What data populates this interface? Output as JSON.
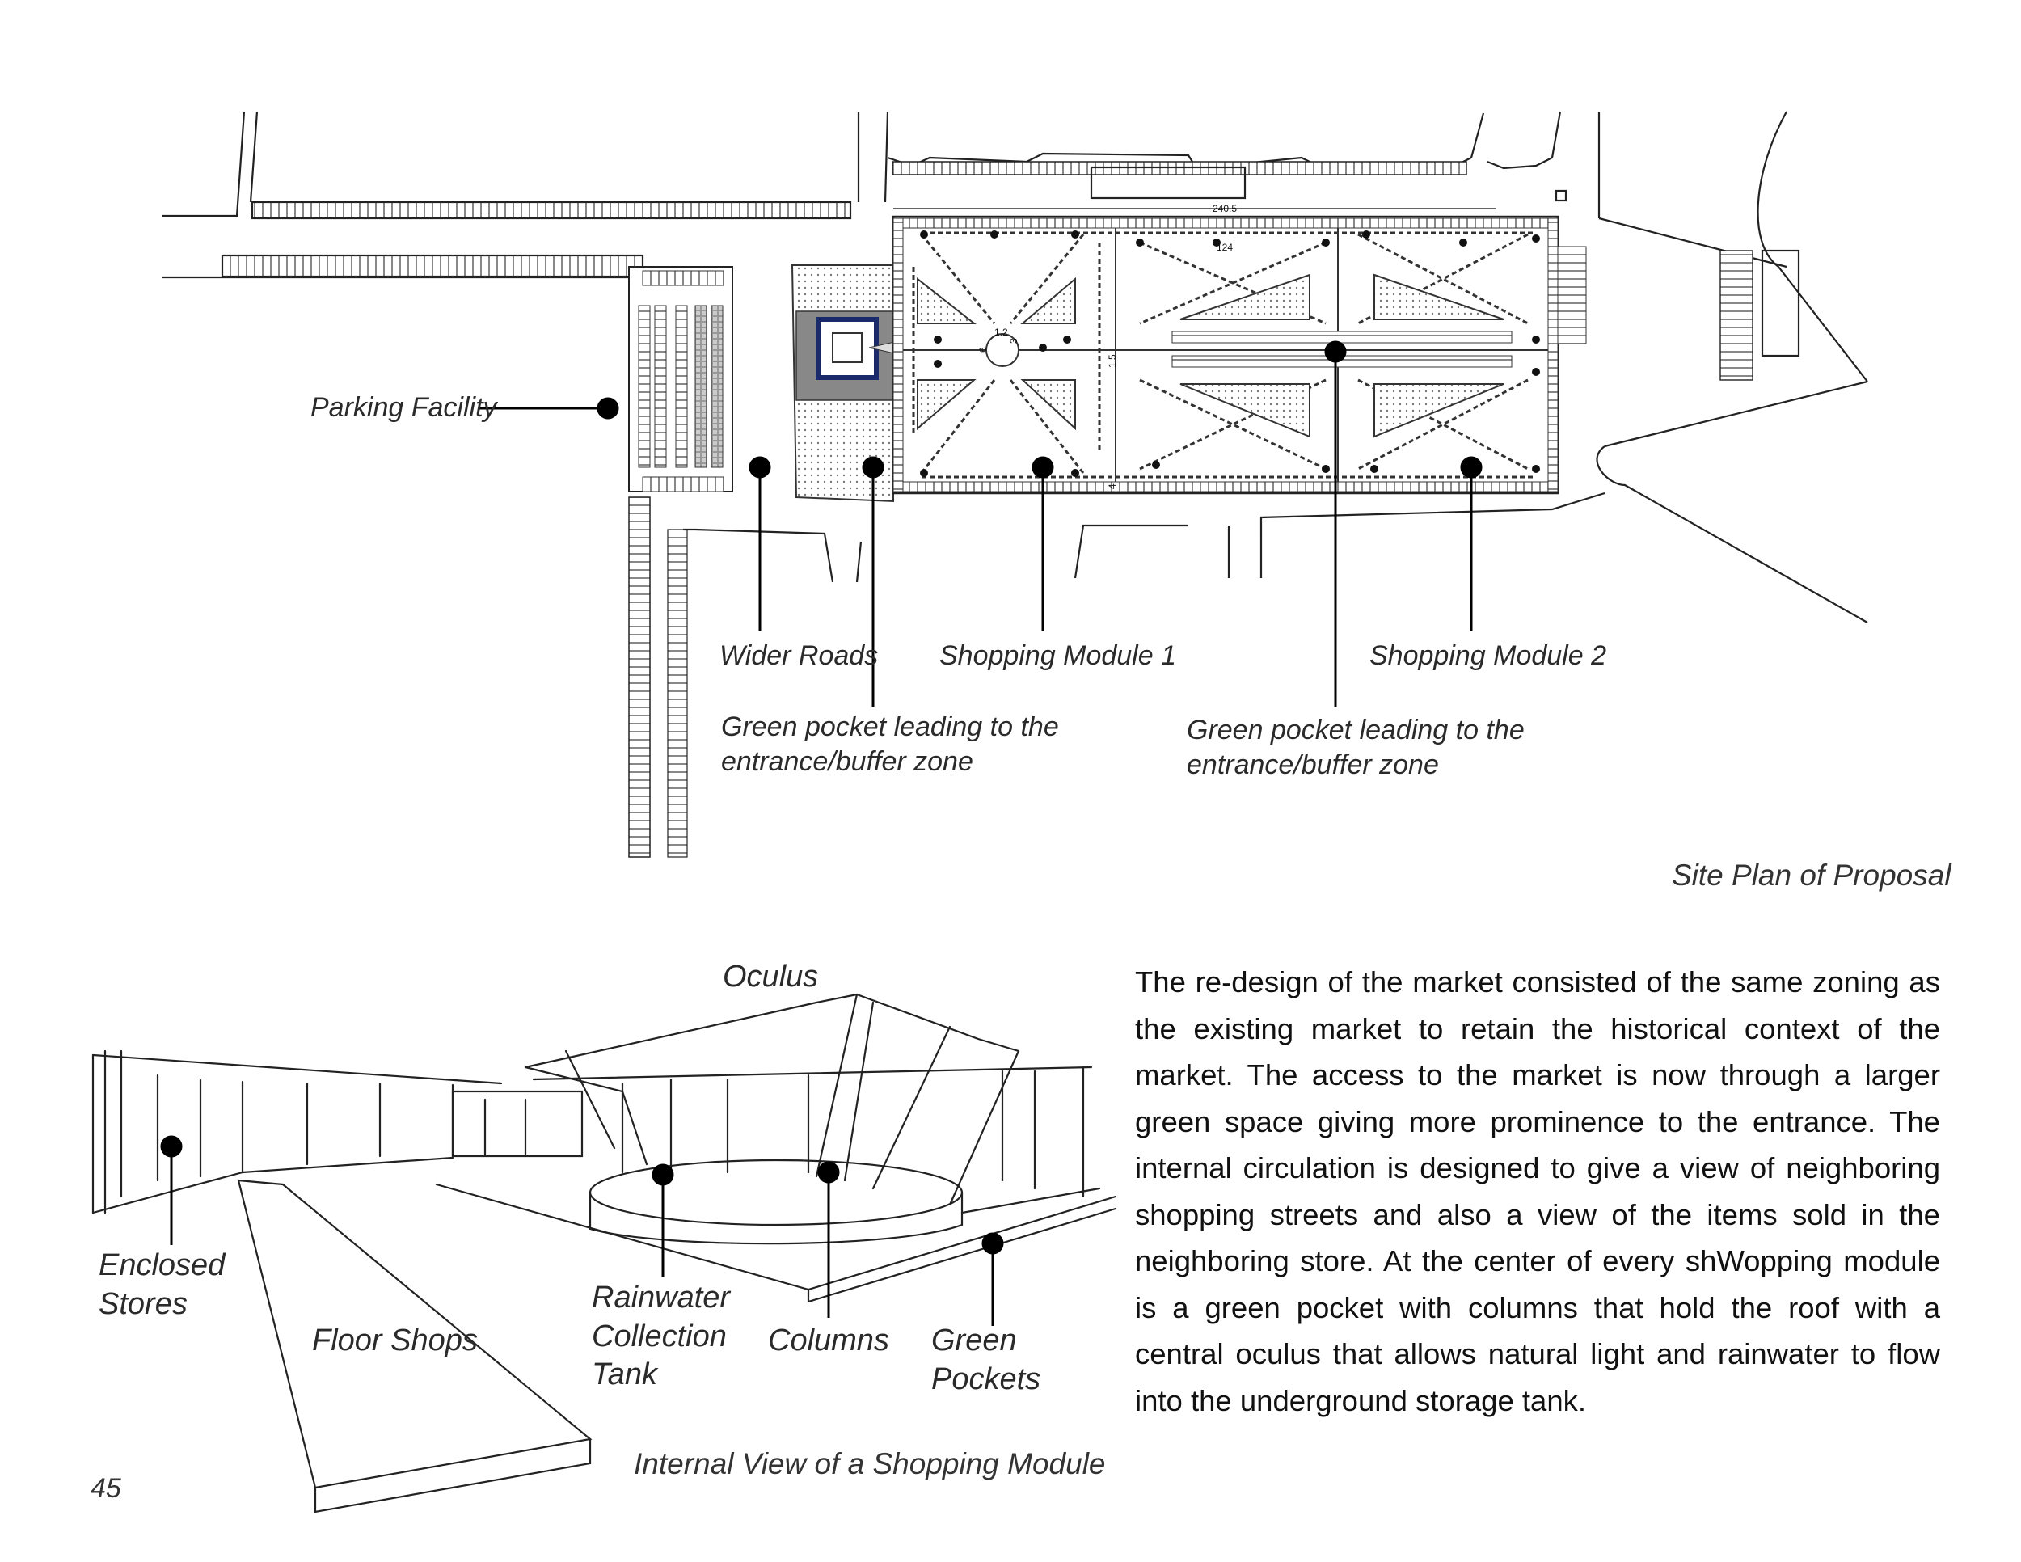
{
  "site_plan": {
    "dimension_label": "240.5",
    "small_dims": [
      "6",
      "3",
      "1.5",
      "4",
      "1.2",
      "124"
    ],
    "labels": {
      "parking": "Parking Facility",
      "wider_roads": "Wider Roads",
      "shopping_module_1": "Shopping Module 1",
      "shopping_module_2": "Shopping Module 2",
      "green_pocket_1": "Green pocket leading to the entrance/buffer zone",
      "green_pocket_2": "Green pocket leading to the entrance/buffer zone"
    },
    "caption": "Site Plan of Proposal"
  },
  "internal_view": {
    "labels": {
      "oculus": "Oculus",
      "enclosed_stores": "Enclosed Stores",
      "floor_shops": "Floor Shops",
      "rainwater_tank": "Rainwater Collection Tank",
      "columns": "Columns",
      "green_pockets": "Green Pockets"
    },
    "caption": "Internal View of a Shopping Module"
  },
  "description": "The re-design of the market consisted of the same zoning as the existing market to retain the historical context of the market. The access to the market is now through a larger green space giving more prominence to the entrance. The internal circulation is designed to give a view of neighboring shopping streets and also a view of the items sold in the neighboring store. At the center of every shWopping module is a green pocket with columns that hold the roof with a central oculus that allows natural light and rainwater to flow into the underground storage tank.",
  "page_number": "45"
}
